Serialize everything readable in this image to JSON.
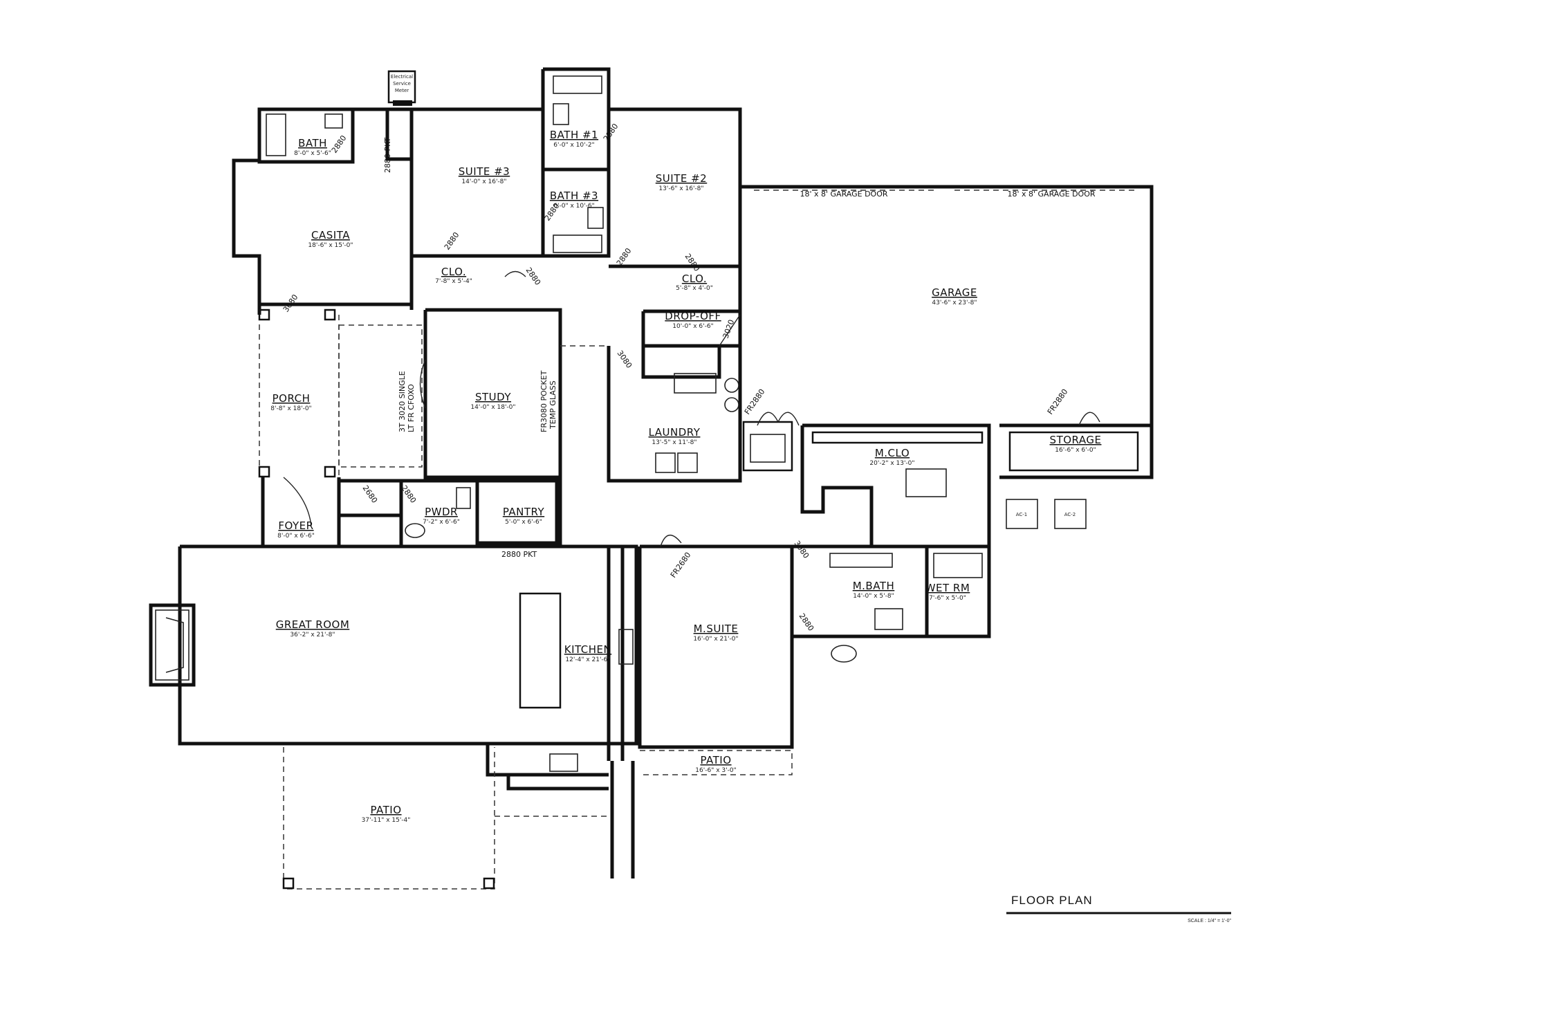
{
  "rooms": {
    "bath_casita": {
      "name": "BATH",
      "dim": "8'-0\" x 5'-6\""
    },
    "suite3": {
      "name": "SUITE #3",
      "dim": "14'-0\" x 16'-8\""
    },
    "bath1": {
      "name": "BATH #1",
      "dim": "6'-0\" x 10'-2\""
    },
    "bath3": {
      "name": "BATH #3",
      "dim": "6'-0\" x 10'-6\""
    },
    "suite2": {
      "name": "SUITE #2",
      "dim": "13'-6\" x 16'-8\""
    },
    "casita": {
      "name": "CASITA",
      "dim": "18'-6\" x 15'-0\""
    },
    "clo1": {
      "name": "CLO.",
      "dim": "7'-8\" x 5'-4\""
    },
    "clo2": {
      "name": "CLO.",
      "dim": "5'-8\" x 4'-0\""
    },
    "garage": {
      "name": "GARAGE",
      "dim": "43'-6\" x 23'-8\""
    },
    "dropoff": {
      "name": "DROP-OFF",
      "dim": "10'-0\" x 6'-6\""
    },
    "porch": {
      "name": "PORCH",
      "dim": "8'-8\" x 18'-0\""
    },
    "study": {
      "name": "STUDY",
      "dim": "14'-0\" x 18'-0\""
    },
    "laundry": {
      "name": "LAUNDRY",
      "dim": "13'-5\" x 11'-8\""
    },
    "mclo": {
      "name": "M.CLO",
      "dim": "20'-2\" x 13'-0\""
    },
    "storage": {
      "name": "STORAGE",
      "dim": "16'-6\" x 6'-0\""
    },
    "foyer": {
      "name": "FOYER",
      "dim": "8'-0\" x 6'-6\""
    },
    "pwdr": {
      "name": "PWDR",
      "dim": "7'-2\" x 6'-6\""
    },
    "pantry": {
      "name": "PANTRY",
      "dim": "5'-0\" x 6'-6\""
    },
    "great_room": {
      "name": "GREAT ROOM",
      "dim": "36'-2\" x 21'-8\""
    },
    "kitchen": {
      "name": "KITCHEN",
      "dim": "12'-4\" x 21'-6\""
    },
    "msuite": {
      "name": "M.SUITE",
      "dim": "16'-0\" x 21'-0\""
    },
    "mbath": {
      "name": "M.BATH",
      "dim": "14'-0\" x 5'-8\""
    },
    "wetrm": {
      "name": "WET RM",
      "dim": "7'-6\" x 5'-0\""
    },
    "patio_small": {
      "name": "PATIO",
      "dim": "16'-6\" x 3'-0\""
    },
    "patio_large": {
      "name": "PATIO",
      "dim": "37'-11\" x 15'-4\""
    }
  },
  "notes": {
    "electrical_line1": "Electrical",
    "electrical_line2": "Service",
    "electrical_line3": "Meter",
    "garage_door_1": "18' x 8' GARAGE DOOR",
    "garage_door_2": "18' x 8' GARAGE DOOR",
    "pocket_2880_a": "2880 PKT",
    "pocket_2880_b": "2880 PKT",
    "porch_door_1": "3T 3020 SINGLE",
    "porch_door_2": "LT FR CFOXO",
    "study_pocket_1": "FR3080 POCKET",
    "study_pocket_2": "TEMP GLASS",
    "ac1": "AC-1",
    "ac2": "AC-2"
  },
  "door_tags": {
    "d_bath_casita": "2880",
    "d_bath1": "2880",
    "d_bath3": "2880",
    "d_suite3": "2880",
    "d_suite3_hall": "2880",
    "d_suite2": "2880",
    "d_clo2": "2880",
    "d_casita": "3080",
    "d_dropoff": "3020",
    "d_laundry": "3080",
    "d_fr2880_a": "FR2880",
    "d_fr2880_b": "FR2880",
    "d_closet_foyer": "2680",
    "d_pwdr": "2880",
    "d_fr2680": "FR2680",
    "d_mclo": "3080",
    "d_mbath": "2880"
  },
  "title": {
    "label": "FLOOR  PLAN",
    "scale": "SCALE : 1/4\" = 1'-0\""
  }
}
